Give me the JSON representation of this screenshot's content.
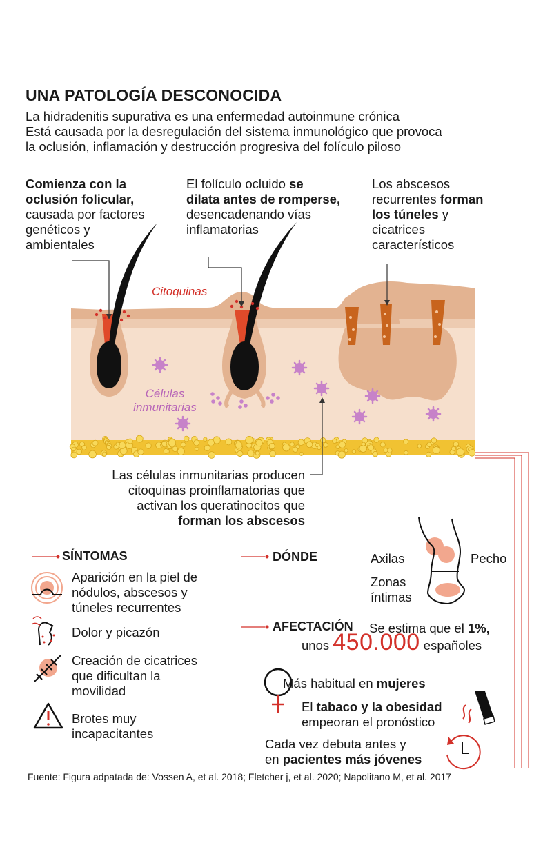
{
  "title": "UNA PATOLOGÍA DESCONOCIDA",
  "intro": [
    "La hidradenitis supurativa es una enfermedad autoinmune crónica",
    "Está causada por la desregulación del sistema inmunológico que provoca",
    "la oclusión, inflamación y destrucción progresiva del folículo piloso"
  ],
  "stage1": {
    "bold_line1": "Comienza con la",
    "bold_line2": "oclusión folicular,",
    "line3": "causada por factores",
    "line4": "genéticos y",
    "line5": "ambientales"
  },
  "stage2": {
    "line1_normal": "El folículo ocluido ",
    "line1_bold": "se",
    "line2_bold": "dilata antes de romperse,",
    "line3": "desencadenando vías",
    "line4": "inflamatorias"
  },
  "stage3": {
    "line1": "Los abscesos",
    "line2_normal": "recurrentes ",
    "line2_bold": "forman",
    "line3_bold": "los túneles",
    "line3_normal": " y",
    "line4": "cicatrices",
    "line5": "característicos"
  },
  "labels": {
    "citoquinas": "Citoquinas",
    "celulas_line1": "Células",
    "celulas_line2": "inmunitarias"
  },
  "immune_note": {
    "line1": "Las células inmunitarias producen",
    "line2": "citoquinas proinflamatorias que",
    "line3": "activan los queratinocitos que",
    "line4_bold": "forman los abscesos"
  },
  "sintomas": {
    "heading": "SÍNTOMAS",
    "items": [
      {
        "icon": "nodule-icon",
        "lines": [
          "Aparición en la piel de",
          "nódulos, abscesos y",
          "túneles recurrentes"
        ]
      },
      {
        "icon": "itch-icon",
        "lines": [
          "Dolor y picazón"
        ]
      },
      {
        "icon": "scar-icon",
        "lines": [
          "Creación de cicatrices",
          "que dificultan la",
          "movilidad"
        ]
      },
      {
        "icon": "warning-icon",
        "lines": [
          "Brotes muy",
          "incapacitantes"
        ]
      }
    ]
  },
  "donde": {
    "heading": "DÓNDE",
    "axilas": "Axilas",
    "pecho": "Pecho",
    "zonas_line1": "Zonas",
    "zonas_line2": "íntimas"
  },
  "afectacion": {
    "heading": "AFECTACIÓN",
    "line1_normal": "Se estima que el ",
    "line1_bold": "1%,",
    "line2_pre": "unos ",
    "number": "450.000",
    "line2_post": " españoles"
  },
  "mujeres": {
    "normal": "Más habitual en ",
    "bold": "mujeres"
  },
  "tabaco": {
    "pre": "El ",
    "bold": "tabaco y la obesidad",
    "line2": "empeoran el pronóstico"
  },
  "jovenes": {
    "line1": "Cada vez debuta antes y",
    "line2_pre": "en ",
    "line2_bold": "pacientes más jóvenes"
  },
  "source": "Fuente: Figura adpatada de: Vossen A, et al. 2018; Fletcher j, et al. 2020; Napolitano M, et al. 2017",
  "colors": {
    "skin": "#f6dfcc",
    "epidermis": "#e3b391",
    "fat": "#f1c232",
    "immune": "#c782c9",
    "accent_red": "#d3312a",
    "pink": "#f2a78e"
  }
}
